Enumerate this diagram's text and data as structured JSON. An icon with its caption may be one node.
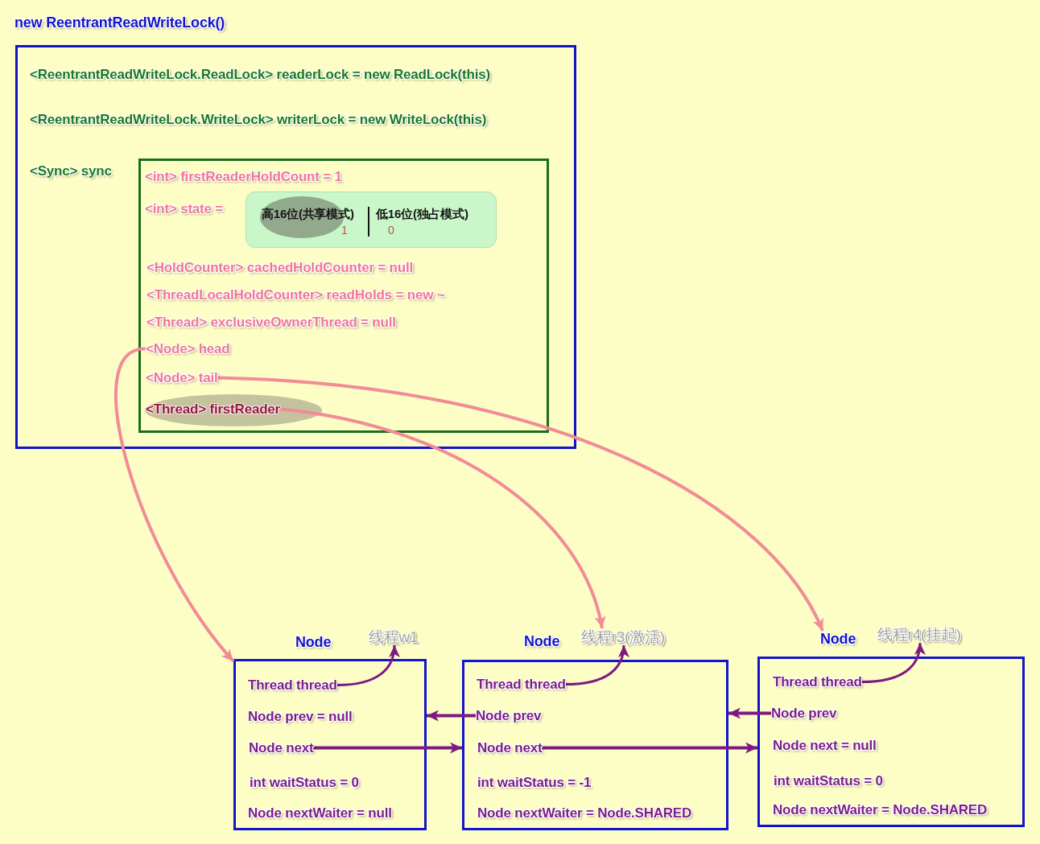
{
  "diagram": {
    "nodes": [
      {
        "text": [
          "new ReentrantReadWriteLock()",
          "<ReentrantReadWriteLock.ReadLock> readerLock = new ReadLock(this)",
          "<ReentrantReadWriteLock.WriteLock> writerLock = new WriteLock(this)",
          "<Sync> sync"
        ]
      },
      {
        "text": [
          "<int> firstReaderHoldCount = 1",
          "<int> state =",
          "<HoldCounter> cachedHoldCounter = null",
          "<ThreadLocalHoldCounter> readHolds = new ~",
          "<Thread> exclusiveOwnerThread = null"
        ],
        "in": 0
      },
      {
        "text": [
          "高16位(共享模式)",
          "低16位(独占模式)",
          "1",
          "0"
        ],
        "in": 1
      },
      {
        "text": [
          "<Node> head"
        ],
        "in": 1
      },
      {
        "text": [
          "<Node> tail"
        ],
        "in": 1
      },
      {
        "text": [
          "<Thread> firstReader"
        ],
        "in": 1
      },
      {
        "text": [
          "Node",
          "Node prev = null",
          "int waitStatus = 0",
          "Node nextWaiter = null"
        ]
      },
      {
        "text": [
          "线程w1"
        ]
      },
      {
        "text": [
          "Thread thread"
        ],
        "in": 6
      },
      {
        "text": [
          "Node next"
        ],
        "in": 6
      },
      {
        "text": [
          "Node",
          "int waitStatus = -1",
          "Node nextWaiter = Node.SHARED"
        ]
      },
      {
        "text": [
          "线程r3(激活)"
        ]
      },
      {
        "text": [
          "Thread thread"
        ],
        "in": 10
      },
      {
        "text": [
          "Node prev"
        ],
        "in": 10
      },
      {
        "text": [
          "Node next"
        ],
        "in": 10
      },
      {
        "text": [
          "Node",
          "Node next = null",
          "int waitStatus = 0",
          "Node nextWaiter = Node.SHARED"
        ]
      },
      {
        "text": [
          "线程r4(挂起)"
        ]
      },
      {
        "text": [
          "Thread thread"
        ],
        "in": 15
      },
      {
        "text": [
          "Node prev"
        ],
        "in": 15
      }
    ],
    "edges": [
      {
        "from": 3,
        "to": 6,
        "arrow": "to",
        "color": "#f28b96"
      },
      {
        "from": 4,
        "to": 15,
        "arrow": "to",
        "color": "#f28b96"
      },
      {
        "from": 5,
        "to": 11,
        "arrow": "to",
        "color": "#f28b96"
      },
      {
        "from": 8,
        "to": 7,
        "arrow": "to"
      },
      {
        "from": 9,
        "to": 10,
        "arrow": "to"
      },
      {
        "from": 12,
        "to": 11,
        "arrow": "to"
      },
      {
        "from": 13,
        "to": 6,
        "arrow": "to"
      },
      {
        "from": 14,
        "to": 15,
        "arrow": "to"
      },
      {
        "from": 17,
        "to": 16,
        "arrow": "to"
      },
      {
        "from": 18,
        "to": 10,
        "arrow": "to"
      }
    ]
  }
}
